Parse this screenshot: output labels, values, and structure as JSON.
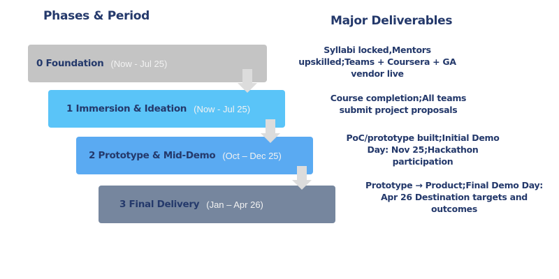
{
  "headings": {
    "phases": "Phases & Period",
    "deliverables": "Major Deliverables"
  },
  "phases": [
    {
      "name": "0 Foundation",
      "period": "(Now - Jul 25)",
      "color": "#c4c4c4"
    },
    {
      "name": "1 Immersion & Ideation",
      "period": "(Now - Jul 25)",
      "color": "#5ac4f8"
    },
    {
      "name": "2 Prototype & Mid-Demo",
      "period": "(Oct – Dec 25)",
      "color": "#5aaaf2"
    },
    {
      "name": "3 Final Delivery",
      "period": "(Jan – Apr 26)",
      "color": "#76869e"
    }
  ],
  "deliverables": [
    {
      "text": "Syllabi locked,Mentors upskilled;Teams + Coursera + GA vendor live"
    },
    {
      "text": "Course completion;All teams submit project proposals"
    },
    {
      "text": "PoC/prototype built;Initial Demo Day: Nov 25;Hackathon participation"
    },
    {
      "text": "Prototype → Product;Final Demo Day: Apr 26 Destination targets and outcomes"
    }
  ],
  "colors": {
    "text": "#24396b",
    "arrow": "#dcdcdc"
  }
}
